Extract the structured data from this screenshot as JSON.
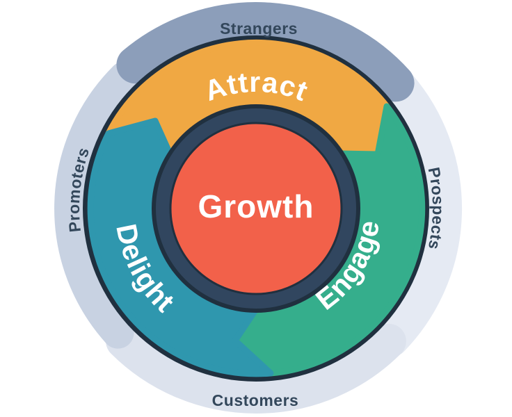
{
  "flywheel": {
    "center": {
      "label": "Growth",
      "color": "#F2614A",
      "text_color": "#FFFFFF"
    },
    "segments": [
      {
        "label": "Attract",
        "color": "#F0A843"
      },
      {
        "label": "Engage",
        "color": "#35AE8C"
      },
      {
        "label": "Delight",
        "color": "#2F97AE"
      }
    ],
    "audiences": [
      {
        "label": "Strangers"
      },
      {
        "label": "Prospects"
      },
      {
        "label": "Customers"
      },
      {
        "label": "Promoters"
      }
    ],
    "ring": {
      "top_color": "#8C9EBA",
      "left_color": "#C8D2E2",
      "bottom_color": "#DCE2ED",
      "right_color": "#E5EAF3"
    },
    "outline_color": "#20303F",
    "inner_ring_color": "#31465F",
    "label_color": "#33475B",
    "background_color": "#FFFFFF"
  }
}
